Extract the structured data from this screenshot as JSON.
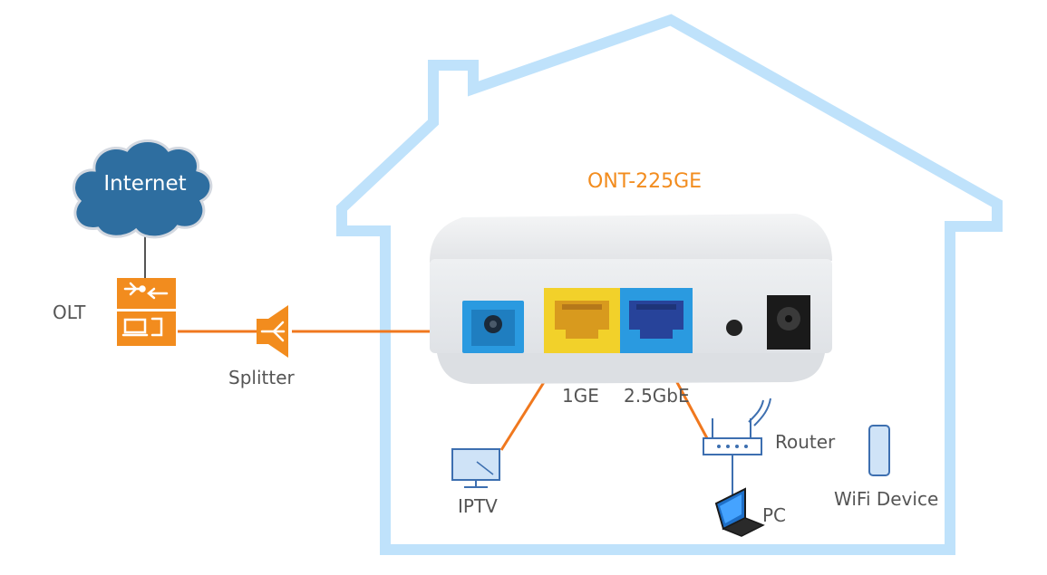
{
  "colors": {
    "house": "#bfe2fb",
    "link": "#f0781e",
    "accent": "#f28c1e",
    "cloud": "#2e6ea0",
    "device_body": "#e9eaec",
    "port_yellow": "#f2d12a",
    "port_blue": "#2a9ae0",
    "icon_blue": "#3d6fb0",
    "label_gray": "#555555"
  },
  "icons": {
    "cloud": "cloud-icon",
    "olt": "olt-icon",
    "splitter": "splitter-icon",
    "ont": "ont-device-icon",
    "tv": "iptv-monitor-icon",
    "router": "router-icon",
    "pc": "laptop-icon",
    "phone": "phone-icon"
  },
  "diagram": {
    "ont_title": "ONT-225GE",
    "internet_label": "Internet",
    "olt_label": "OLT",
    "splitter_label": "Splitter",
    "port_1ge_label": "1GE",
    "port_25gbe_label": "2.5GbE",
    "iptv_label": "IPTV",
    "router_label": "Router",
    "pc_label": "PC",
    "wifi_device_label": "WiFi Device"
  }
}
